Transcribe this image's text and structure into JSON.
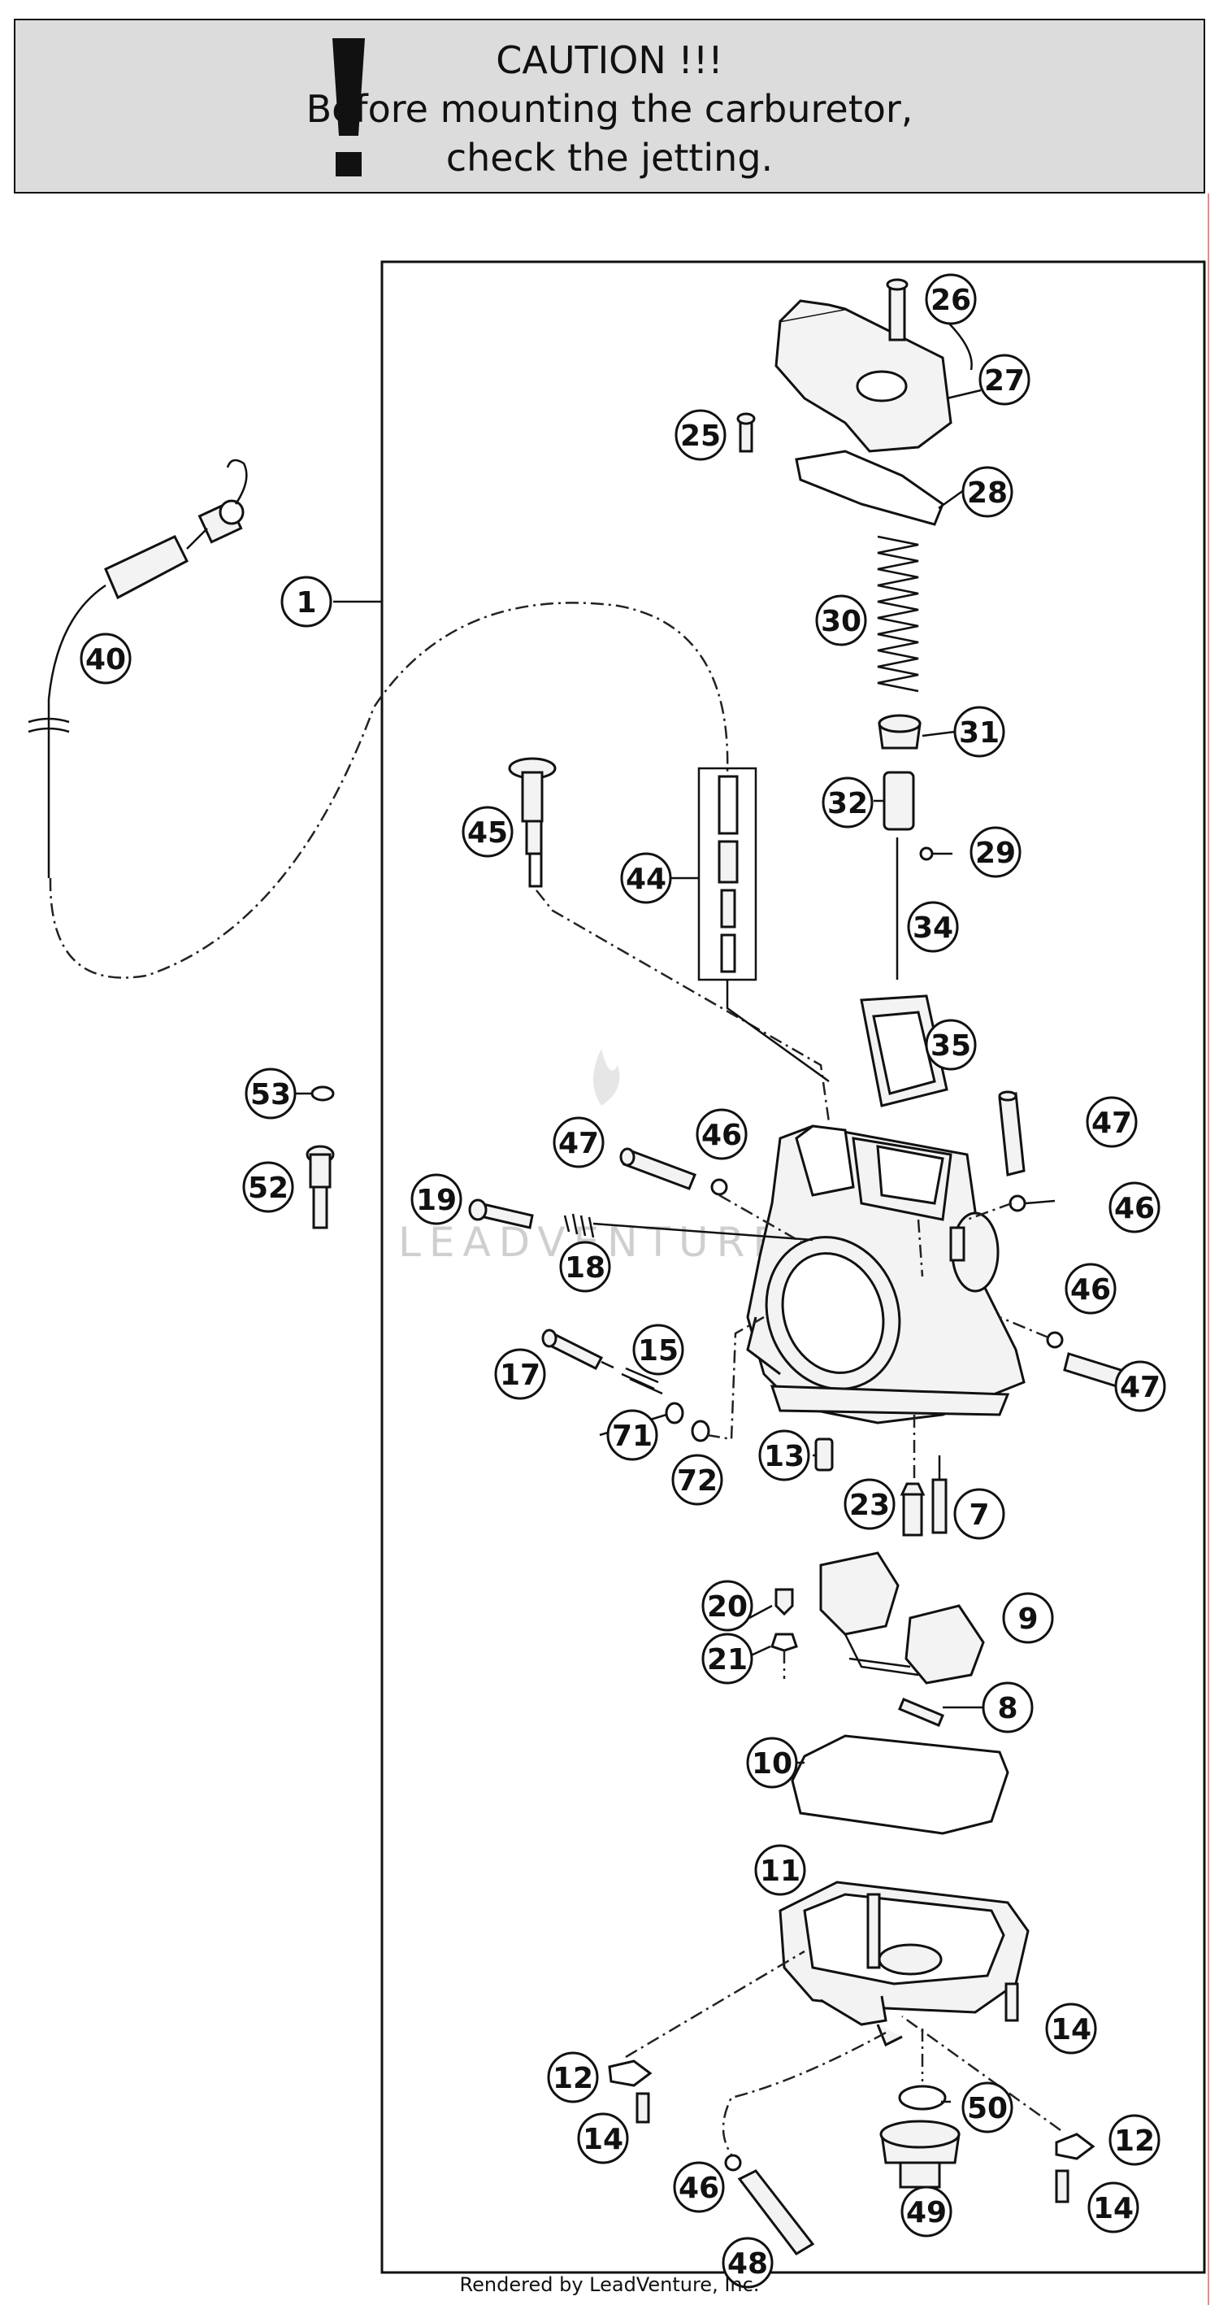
{
  "caution": {
    "title": "CAUTION !!!",
    "line1": "Before mounting the carburetor,",
    "line2": "check the jetting."
  },
  "watermark": "LEADVENTURE",
  "footer": "Rendered by LeadVenture, Inc.",
  "callouts": [
    "1",
    "40",
    "25",
    "26",
    "27",
    "28",
    "30",
    "31",
    "32",
    "29",
    "34",
    "45",
    "44",
    "35",
    "53",
    "52",
    "47",
    "46",
    "19",
    "18",
    "17",
    "15",
    "71",
    "72",
    "13",
    "23",
    "7",
    "20",
    "21",
    "9",
    "8",
    "10",
    "11",
    "14",
    "12",
    "50",
    "49",
    "48"
  ]
}
